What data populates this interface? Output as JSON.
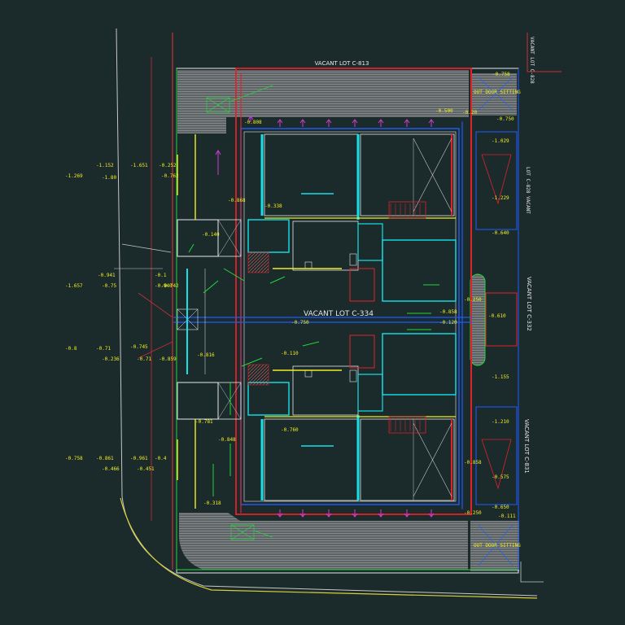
{
  "colors": {
    "background": "#1b2a2b",
    "wall_red": "#e0222a",
    "wall_blue": "#1e5cff",
    "wall_cyan": "#16e0e8",
    "wall_white": "#e8e8e8",
    "yellow": "#f2ee22",
    "green": "#22d83a",
    "magenta": "#d13ad8",
    "hatch_gray": "#7a7f80"
  },
  "labels": {
    "vacant_lot_top": "VACANT LOT C-813",
    "vacant_lot_center": "VACANT LOT C-334",
    "vacant_lot_right_top": "VACANT LOT C-828",
    "lot_vacant_right_mid": "LOT C-828 VACANT",
    "vacant_lot_right_mid2": "VACANT LOT C-332",
    "vacant_lot_right_bottom": "VACANT LOT C-831",
    "outdoor_sitting_top": "OUT DOOR SITTING",
    "outdoor_sitting_bottom": "OUT DOOR SITTING"
  },
  "levels_left": [
    "-1.269",
    "-1.152",
    "-1.80",
    "-1.651",
    "-0.252",
    "-0.762",
    "-1.657",
    "-0.941",
    "-0.75",
    "-0.1",
    "-0.940",
    "-0.742",
    "-0.8",
    "-0.71",
    "-0.236",
    "-0.745",
    "-0.71",
    "-0.859",
    "-0.758",
    "-0.861",
    "-0.466",
    "-0.961",
    "-0.451",
    "-0.4"
  ],
  "levels_inner": [
    "-0.808",
    "-0.868",
    "-0.140",
    "-0.816",
    "-0.781",
    "-0.848",
    "-0.750",
    "-0.110",
    "-0.760",
    "-0.338",
    "-0.318",
    "-0.500"
  ],
  "levels_right": [
    "-0.758",
    "-0.750",
    "-0.20",
    "-1.029",
    "-1.229",
    "-0.640",
    "-0.250",
    "-0.610",
    "-0.120",
    "-0.858",
    "-1.155",
    "-1.210",
    "-0.858",
    "-0.575",
    "-0.650",
    "-0.250",
    "-0.111"
  ]
}
